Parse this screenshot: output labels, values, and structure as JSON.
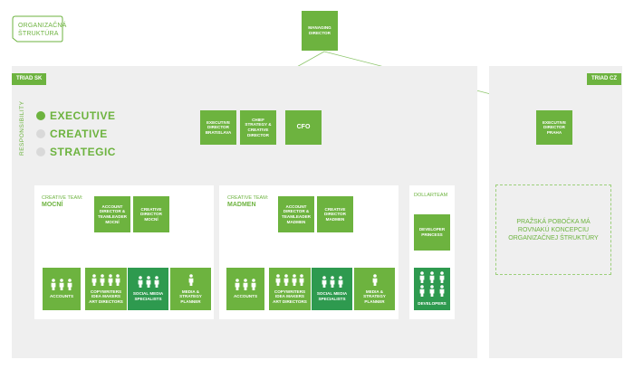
{
  "logo": {
    "line1": "ORGANIZAČNÁ",
    "line2": "ŠTRUKTÚRA"
  },
  "regions": {
    "sk": "TRIAD SK",
    "cz": "TRIAD CZ"
  },
  "responsibility": {
    "label": "RESPONSIBILITY",
    "items": [
      {
        "label": "EXECUTIVE",
        "color": "#6db33f"
      },
      {
        "label": "CREATIVE",
        "color": "#d9d9d9"
      },
      {
        "label": "STRATEGIC",
        "color": "#d9d9d9"
      }
    ]
  },
  "nodes": {
    "managing_director": "MANAGING DIRECTOR",
    "exec_bratislava": "EXECUTIVE DIRECTOR BRATISLAVA",
    "chief_strategy": "CHIEF STRATEGY & CREATIVE DIRECTOR",
    "cfo": "CFO",
    "exec_praha": "EXECUTIVE DIRECTOR PRAHA"
  },
  "teams": [
    {
      "caption": "CREATIVE TEAM:",
      "name": "MOCNÍ",
      "lead": "ACCOUNT DIRECTOR & TEAMLEADER MOCNÍ",
      "creative_director": "CREATIVE DIRECTOR MOCNÍ",
      "roles": [
        "ACCOUNTS",
        "COPYWRITERS IDEA MAKERS ART DIRECTORS",
        "SOCIAL MEDIA SPECIALISTS",
        "MEDIA & STRATEGY PLANNER"
      ]
    },
    {
      "caption": "CREATIVE TEAM:",
      "name": "MADMEN",
      "lead": "ACCOUNT DIRECTOR & TEAMLEADER MADMEN",
      "creative_director": "CREATIVE DIRECTOR MADMEN",
      "roles": [
        "ACCOUNTS",
        "COPYWRITERS IDEA MAKERS ART DIRECTORS",
        "SOCIAL MEDIA SPECIALISTS",
        "MEDIA & STRATEGY PLANNER"
      ]
    }
  ],
  "dollar_team": {
    "caption": "DOLLARTEAM",
    "lead": "DEVELOPER PRINCESS",
    "role": "DEVELOPERS"
  },
  "praha_note": "PRAŽSKÁ POBOČKA MÁ ROVNAKÚ KONCEPCIU ORGANIZAČNEJ ŠTRUKTÚRY",
  "colors": {
    "green": "#6db33f",
    "dark_green": "#2e9a4f",
    "panel": "#efefef"
  }
}
